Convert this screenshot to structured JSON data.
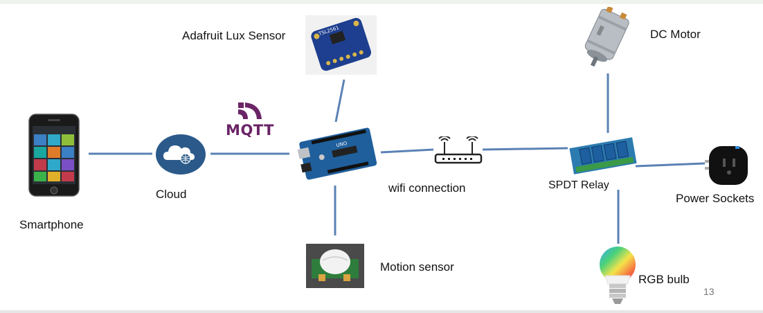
{
  "diagram": {
    "labels": {
      "smartphone": "Smartphone",
      "cloud": "Cloud",
      "lux_sensor": "Adafruit Lux Sensor",
      "wifi": "wifi connection",
      "motion": "Motion sensor",
      "dc_motor": "DC Motor",
      "relay": "SPDT Relay",
      "power_sockets": "Power Sockets",
      "rgb_bulb": "RGB bulb",
      "mqtt": "MQTT"
    },
    "page_number": "13"
  },
  "colors": {
    "link": "#5a82b4",
    "cloud": "#2b5a8a",
    "mqtt": "#6b2466",
    "board": "#1f5f9c",
    "sensor_board": "#1e3f8f",
    "relay_board": "#2c7bb0"
  }
}
